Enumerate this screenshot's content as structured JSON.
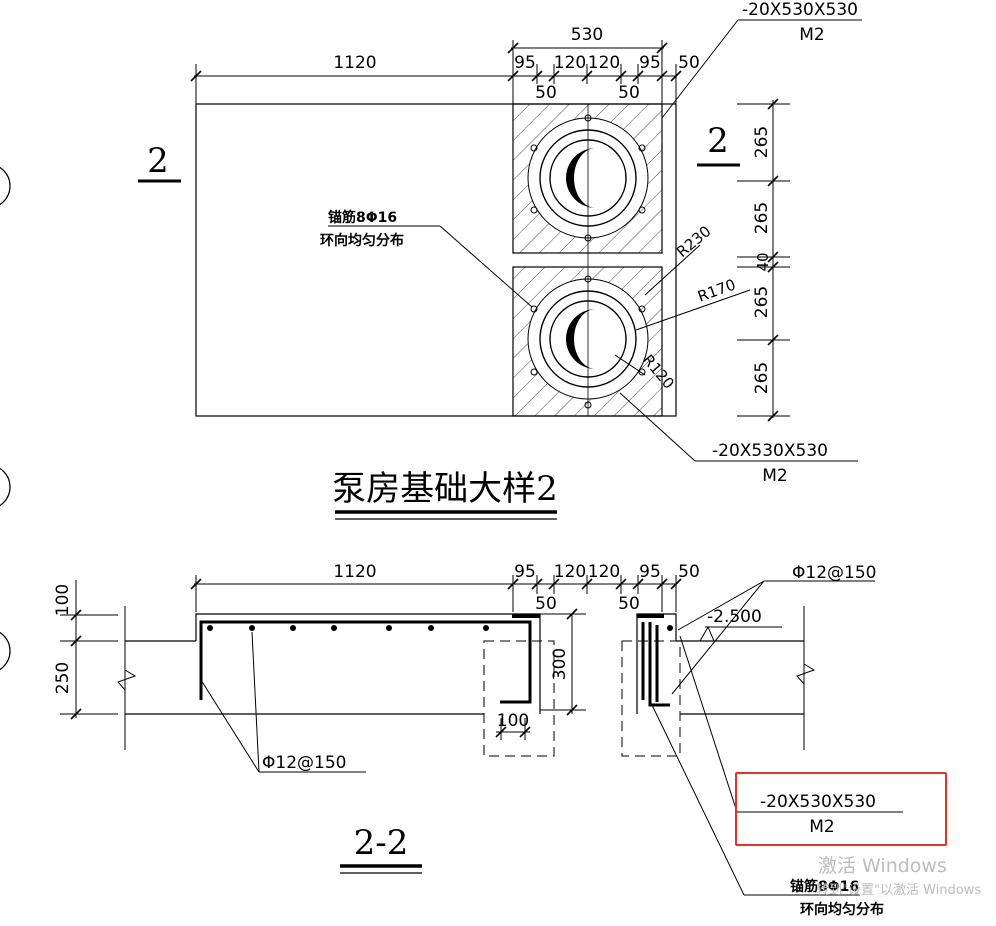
{
  "plan": {
    "dim_total_width": "1120",
    "dim_plate_width": "530",
    "dim_95_left": "95",
    "dim_120_left": "120",
    "dim_120_right": "120",
    "dim_95_right": "95",
    "dim_50_edge": "50",
    "dim_50_a": "50",
    "dim_50_b": "50",
    "dim_265_a": "265",
    "dim_265_b": "265",
    "dim_40": "40",
    "dim_265_c": "265",
    "dim_265_d": "265",
    "section_mark_left": "2",
    "section_mark_right": "2",
    "plate_spec_top": "-20X530X530",
    "plate_mark_top": "M2",
    "plate_spec_bottom": "-20X530X530",
    "plate_mark_bottom": "M2",
    "radius_230": "R230",
    "radius_170": "R170",
    "radius_120": "R120",
    "anchor_note_1": "锚筋8Φ16",
    "anchor_note_2": "环向均匀分布",
    "title": "泵房基础大样2"
  },
  "section": {
    "dim_total_width": "1120",
    "dim_95_left": "95",
    "dim_120_left": "120",
    "dim_120_right": "120",
    "dim_95_right": "95",
    "dim_50_edge": "50",
    "dim_50_a": "50",
    "dim_50_b": "50",
    "dim_100_top": "100",
    "dim_250": "250",
    "dim_300": "300",
    "dim_100_bottom": "100",
    "rebar_top": "Φ12@150",
    "rebar_bottom": "Φ12@150",
    "level": "-2.500",
    "plate_spec": "-20X530X530",
    "plate_mark": "M2",
    "anchor_note_1": "锚筋8Φ16",
    "anchor_note_2": "环向均匀分布",
    "title": "2-2"
  },
  "overlay": {
    "watermark_line1": "激活 Windows",
    "watermark_line2": "转到\"设置\"以激活 Windows",
    "highlight_color": "#e5322d"
  }
}
